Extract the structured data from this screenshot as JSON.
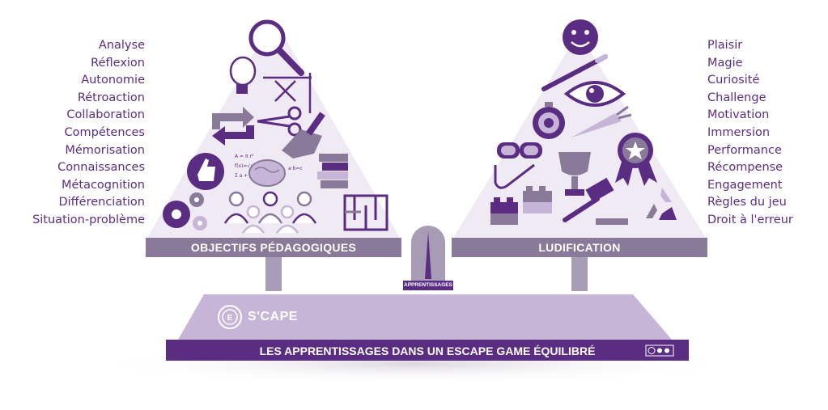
{
  "left_keywords": [
    "Analyse",
    "Réflexion",
    "Autonomie",
    "Rétroaction",
    "Collaboration",
    "Compétences",
    "Mémorisation",
    "Connaissances",
    "Métacognition",
    "Différenciation",
    "Situation-problème"
  ],
  "right_keywords": [
    "Plaisir",
    "Magie",
    "Curiosité",
    "Challenge",
    "Motivation",
    "Immersion",
    "Performance",
    "Récompense",
    "Engagement",
    "Règles du jeu",
    "Droit à l'erreur"
  ],
  "left_plate_label": "OBJECTIFS PÉDAGOGIQUES",
  "right_plate_label": "LUDIFICATION",
  "pivot_label": "APPRENTISSAGES",
  "brand": "S'CAPE",
  "brand_mark": "E",
  "bottom_title": "LES APPRENTISSAGES DANS UN ESCAPE GAME ÉQUILIBRÉ",
  "colors": {
    "dark_purple": "#5b2d82",
    "plate": "#8a7a9a",
    "base": "#c7b5d8",
    "light": "#efeaf3"
  },
  "icons_left": [
    "magnifier-icon",
    "lightbulb-icon",
    "arrows-icon",
    "scissors-icon",
    "thumbs-up-icon",
    "brain-icon",
    "gears-icon",
    "people-icon",
    "books-icon",
    "maze-icon"
  ],
  "icons_right": [
    "smiley-icon",
    "magic-wand-icon",
    "eye-icon",
    "stopwatch-icon",
    "carrot-icon",
    "medal-icon",
    "goggles-icon",
    "trophy-icon",
    "lego-bricks-icon",
    "gavel-icon",
    "recycle-icon"
  ]
}
